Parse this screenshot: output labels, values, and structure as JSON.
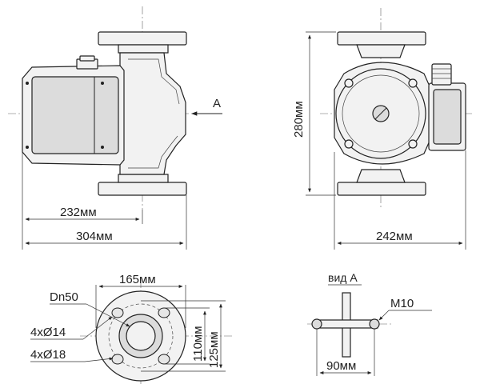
{
  "views": {
    "side": {
      "arrow_label": "A",
      "dim_inner": "232мм",
      "dim_outer": "304мм"
    },
    "front": {
      "dim_height": "280мм",
      "dim_width": "242мм"
    },
    "flange": {
      "dim_top": "165мм",
      "dim_inner_v": "110мм",
      "dim_outer_v": "125мм",
      "callout_dn": "Dn50",
      "callout_holes_14": "4xØ14",
      "callout_holes_18": "4xØ18"
    },
    "view_a": {
      "title": "вид А",
      "thread": "M10",
      "dim_width": "90мм"
    }
  }
}
